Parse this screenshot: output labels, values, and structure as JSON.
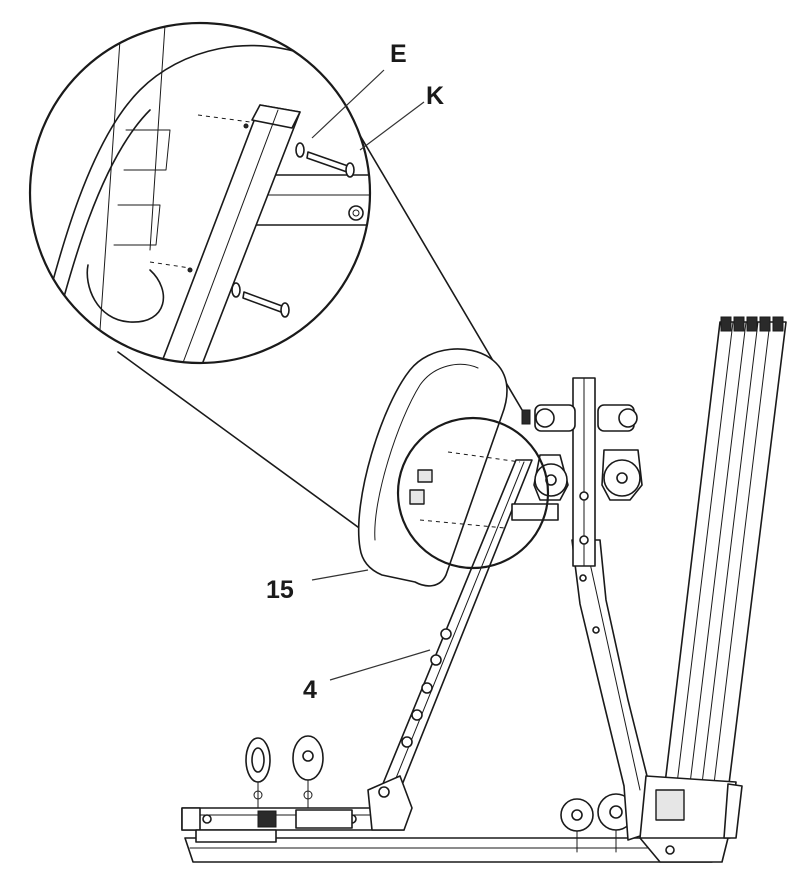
{
  "callouts": {
    "e": "E",
    "k": "K",
    "p15": "15",
    "p4": "4"
  },
  "colors": {
    "line": "#1a1a1a",
    "fill": "#ffffff",
    "shade": "#e6e6e6"
  }
}
